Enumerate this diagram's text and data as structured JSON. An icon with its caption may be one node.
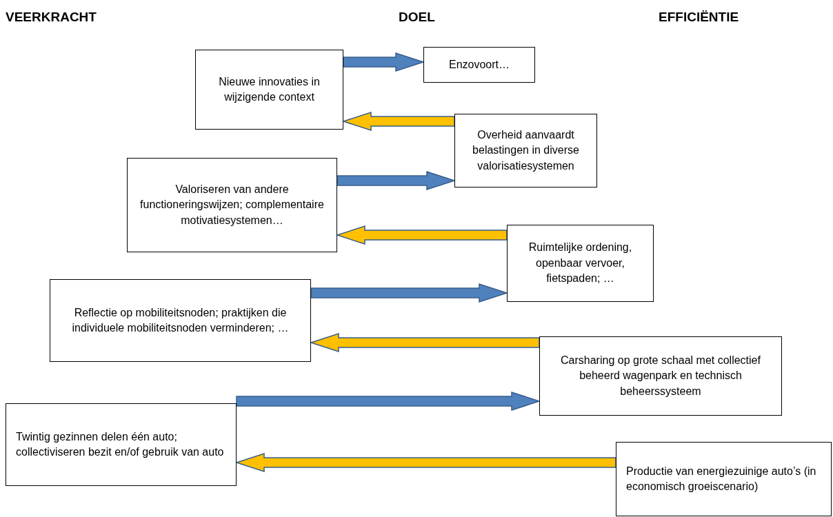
{
  "diagram": {
    "nodes": [
      {
        "text": [
          "Nieuwe innovaties in wijzigende context"
        ]
      },
      {
        "text": [
          "Enzovoort…"
        ]
      },
      {
        "text": [
          "Overheid aanvaardt belastingen in diverse valorisatiesystemen"
        ]
      },
      {
        "text": [
          "Valoriseren van andere functioneringswijzen; complementaire motivatiesystemen…"
        ]
      },
      {
        "text": [
          "Ruimtelijke ordening, openbaar vervoer, fietspaden; …"
        ]
      },
      {
        "text": [
          "Reflectie op mobiliteitsnoden; praktijken die individuele mobiliteitsnoden verminderen; …"
        ]
      },
      {
        "text": [
          "Carsharing op grote schaal met collectief beheerd wagenpark en technisch beheerssysteem"
        ]
      },
      {
        "text": [
          "Twintig gezinnen delen één auto; collectiviseren bezit en/of gebruik van auto"
        ]
      },
      {
        "text": [
          "Productie van energiezuinige auto’s (in economisch groeiscenario)"
        ]
      }
    ],
    "edges": [
      {
        "from": 0,
        "to": 1,
        "arrow": "to",
        "color": "#4f81bd"
      },
      {
        "from": 2,
        "to": 0,
        "arrow": "to",
        "color": "#ffc000"
      },
      {
        "from": 3,
        "to": 2,
        "arrow": "to",
        "color": "#4f81bd"
      },
      {
        "from": 4,
        "to": 3,
        "arrow": "to",
        "color": "#ffc000"
      },
      {
        "from": 5,
        "to": 4,
        "arrow": "to",
        "color": "#4f81bd"
      },
      {
        "from": 6,
        "to": 5,
        "arrow": "to",
        "color": "#ffc000"
      },
      {
        "from": 7,
        "to": 6,
        "arrow": "to",
        "color": "#4f81bd"
      },
      {
        "from": 8,
        "to": 7,
        "arrow": "to",
        "color": "#ffc000"
      }
    ],
    "labels": [
      "VEERKRACHT",
      "DOEL",
      "EFFICIËNTIE"
    ]
  }
}
